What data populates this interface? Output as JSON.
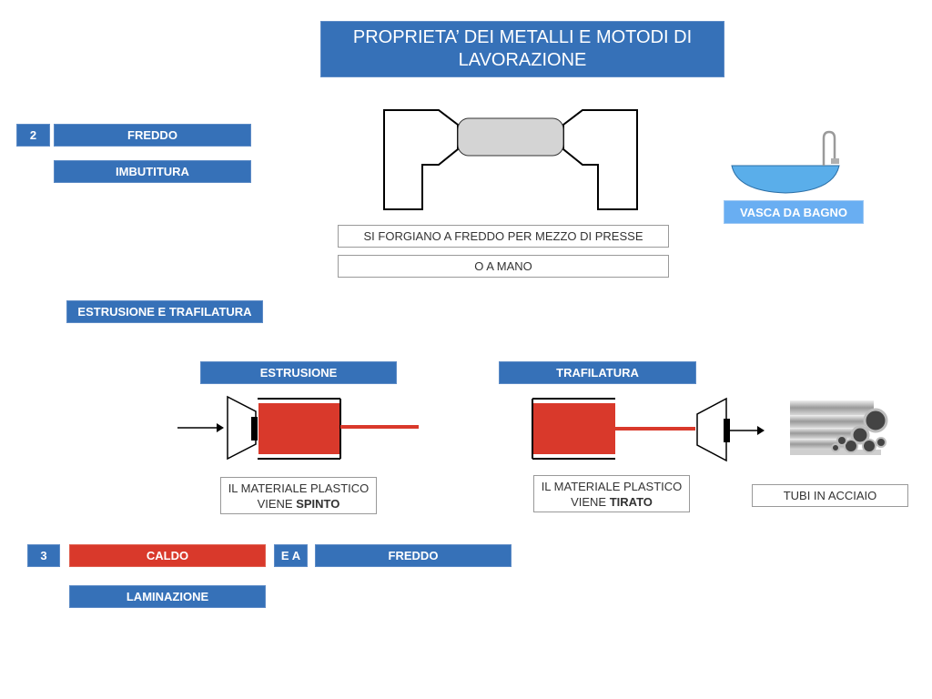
{
  "title": "PROPRIETA’ DEI METALLI E MOTODI DI LAVORAZIONE",
  "section2": {
    "number": "2",
    "mode": "FREDDO",
    "process": "IMBUTITURA",
    "note_line1": "SI FORGIANO A FREDDO PER MEZZO DI PRESSE",
    "note_line2": "O A MANO",
    "example": "VASCA DA BAGNO"
  },
  "extrusion_section": {
    "heading": "ESTRUSIONE E TRAFILATURA",
    "estrusione": {
      "label": "ESTRUSIONE",
      "caption_line1": "IL MATERIALE PLASTICO",
      "caption_prefix": "VIENE ",
      "caption_bold": "SPINTO"
    },
    "trafilatura": {
      "label": "TRAFILATURA",
      "caption_line1": "IL MATERIALE PLASTICO",
      "caption_prefix": "VIENE ",
      "caption_bold": "TIRATO"
    },
    "product": "TUBI IN ACCIAIO"
  },
  "section3": {
    "number": "3",
    "hot": "CALDO",
    "connector": "E A",
    "cold": "FREDDO",
    "process": "LAMINAZIONE"
  },
  "colors": {
    "blue": "#3671b8",
    "red": "#d9392b",
    "light_blue": "#69aef2",
    "water": "#5aaeea",
    "billet_gray": "#d4d4d4"
  }
}
